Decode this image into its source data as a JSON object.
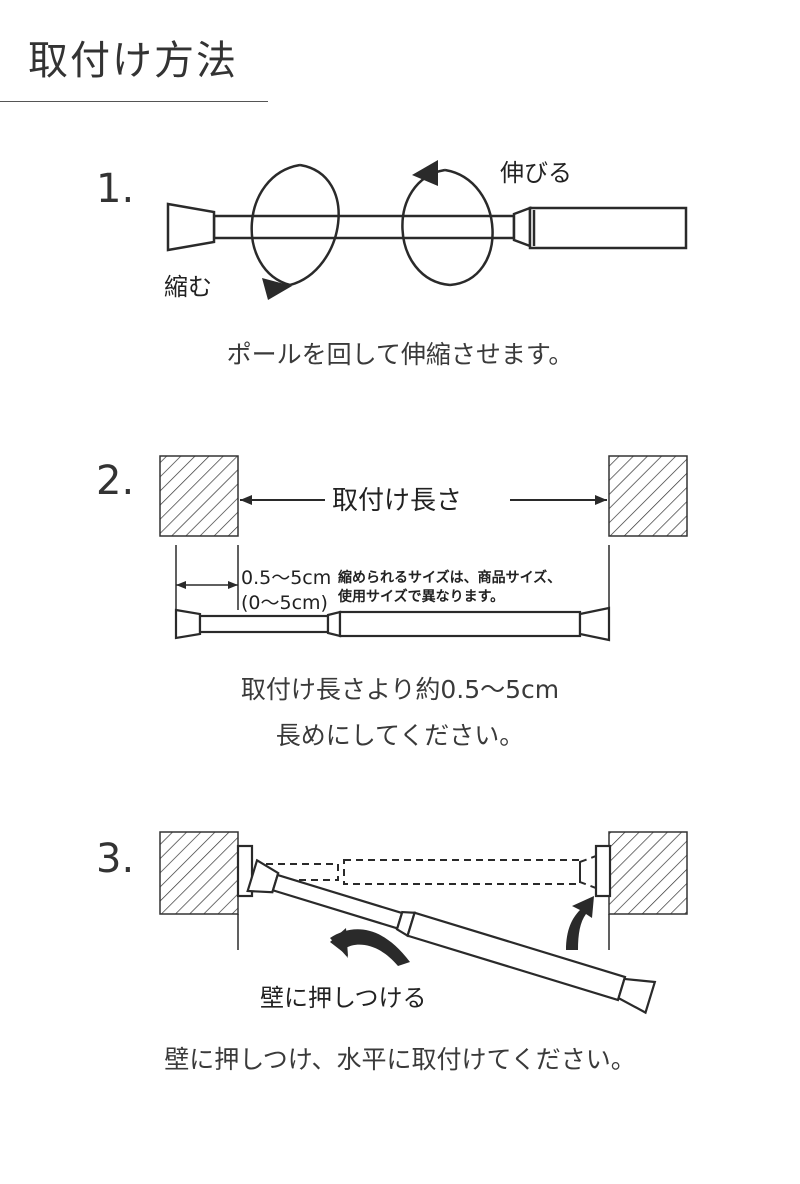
{
  "page": {
    "title": "取付け方法"
  },
  "steps": [
    {
      "number": "1.",
      "label_extend": "伸びる",
      "label_shrink": "縮む",
      "caption": "ポールを回して伸縮させます。"
    },
    {
      "number": "2.",
      "label_length": "取付け長さ",
      "label_gap": "0.5〜5cm",
      "label_gap_paren": "(0〜5cm)",
      "note_line1": "縮められるサイズは、商品サイズ、",
      "note_line2": "使用サイズで異なります。",
      "caption_line1": "取付け長さより約0.5〜5cm",
      "caption_line2": "長めにしてください。"
    },
    {
      "number": "3.",
      "label_push": "壁に押しつける",
      "caption": "壁に押しつけ、水平に取付けてください。"
    }
  ],
  "colors": {
    "line": "#2a2a2a",
    "text": "#3a3a3a",
    "rule": "#555555"
  }
}
